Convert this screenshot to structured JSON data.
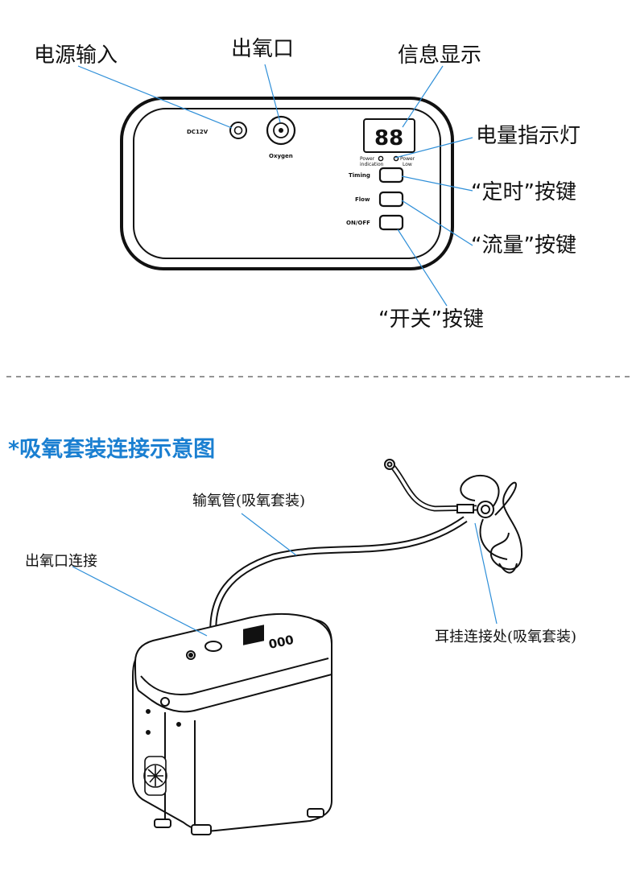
{
  "top_diagram": {
    "callouts": {
      "power_input": "电源输入",
      "oxygen_outlet": "出氧口",
      "info_display": "信息显示",
      "battery_indicator": "电量指示灯",
      "timing_button": "“定时”按键",
      "flow_button": "“流量”按键",
      "onoff_button": "“开关”按键"
    },
    "panel_labels": {
      "dc": "DC12V",
      "oxygen": "Oxygen",
      "display_digits": "88",
      "power_indication": "Power",
      "power_indication_2": "indication",
      "power_low": "Power",
      "power_low_2": "Low",
      "timing": "Timing",
      "flow": "Flow",
      "onoff": "ON/OFF"
    }
  },
  "section": {
    "title": "*吸氧套装连接示意图",
    "title_color": "#1a7fd1"
  },
  "bottom_diagram": {
    "callouts": {
      "tube": "输氧管(吸氧套装)",
      "outlet_connection": "出氧口连接",
      "ear_hook_connection": "耳挂连接处(吸氧套装)"
    },
    "device_display": "000"
  },
  "colors": {
    "leader_line": "#2f8fd8",
    "outline": "#111111"
  },
  "icons": [
    "dc-jack-icon",
    "oxygen-port-icon",
    "led-display-icon",
    "fan-grille-icon",
    "nasal-cannula-icon"
  ]
}
